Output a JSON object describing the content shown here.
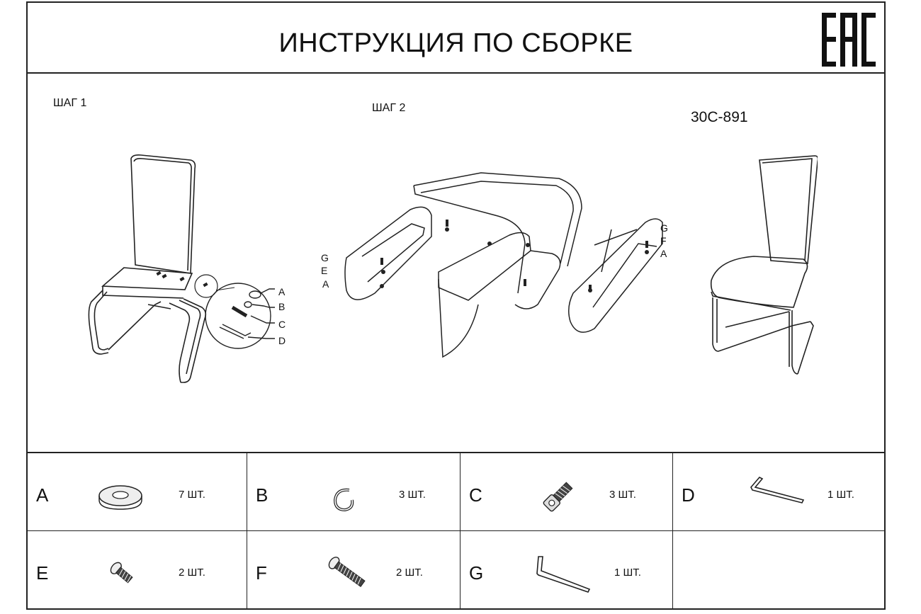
{
  "header": {
    "title": "ИНСТРУКЦИЯ ПО СБОРКЕ",
    "mark": "EAC"
  },
  "steps": {
    "step1": "ШАГ 1",
    "step2": "ШАГ 2"
  },
  "model": "30С-891",
  "callouts": {
    "step1": [
      "A",
      "B",
      "C",
      "D"
    ],
    "step2_left": [
      "G",
      "E",
      "A"
    ],
    "step2_right": [
      "G",
      "F",
      "A"
    ]
  },
  "parts": [
    {
      "letter": "A",
      "qty": "7 ШТ.",
      "icon": "washer-icon"
    },
    {
      "letter": "B",
      "qty": "3 ШТ.",
      "icon": "split-ring-icon"
    },
    {
      "letter": "C",
      "qty": "3 ШТ.",
      "icon": "hex-socket-bolt-icon"
    },
    {
      "letter": "D",
      "qty": "1 ШТ.",
      "icon": "hex-key-icon"
    },
    {
      "letter": "E",
      "qty": "2 ШТ.",
      "icon": "short-bolt-icon"
    },
    {
      "letter": "F",
      "qty": "2 ШТ.",
      "icon": "long-bolt-icon"
    },
    {
      "letter": "G",
      "qty": "1 ШТ.",
      "icon": "hex-key-long-icon"
    }
  ]
}
